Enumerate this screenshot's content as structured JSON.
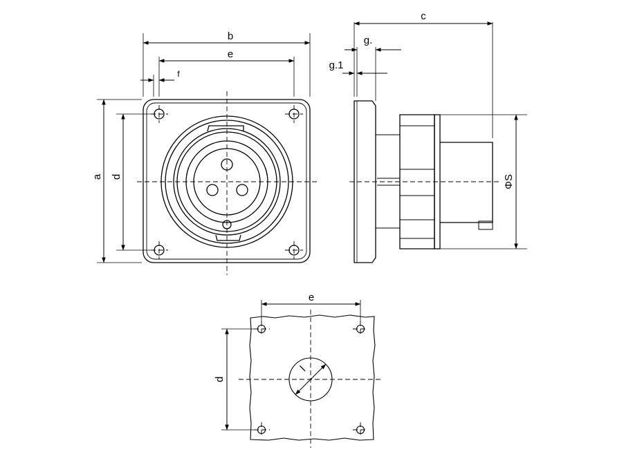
{
  "dimensions": {
    "a": "a",
    "b": "b",
    "c": "c",
    "d": "d",
    "e": "e",
    "f": "f",
    "g": "g.",
    "g1": "g.1",
    "S": "ΦS",
    "cutout_e": "e",
    "cutout_d": "d",
    "cutout_l": "l"
  },
  "colors": {
    "line": "#000000",
    "fill": "#ffffff"
  }
}
